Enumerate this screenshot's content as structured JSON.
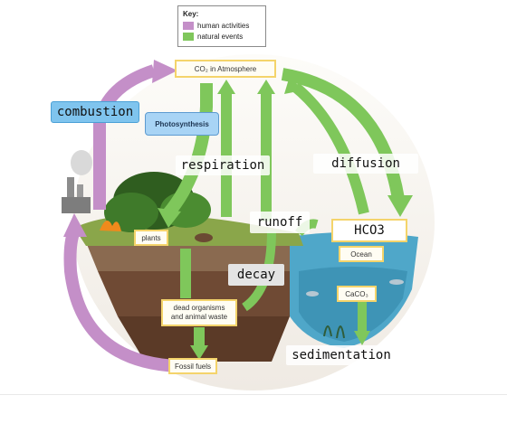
{
  "key": {
    "title": "Key:",
    "items": [
      {
        "label": "human activities",
        "color": "#c48fc8"
      },
      {
        "label": "natural events",
        "color": "#7fc75b"
      }
    ]
  },
  "diagram": {
    "co2_box": "CO₂ in Atmosphere",
    "photosynthesis_box": "Photosynthesis",
    "plants_box": "plants",
    "dead_organisms_box": "dead organisms\nand animal waste",
    "fossil_fuels_box": "Fossil fuels",
    "ocean_box": "Ocean",
    "caco3_box": "CaCO₃"
  },
  "placed_terms": {
    "combustion": "combustion",
    "respiration": "respiration",
    "diffusion": "diffusion",
    "runoff": "runoff",
    "hco3": "HCO3",
    "decay": "decay",
    "sedimentation": "sedimentation"
  },
  "colors": {
    "human": "#c48fc8",
    "natural": "#7fc75b",
    "ocean": "#4fa7c9",
    "soil": "#6f4a34",
    "box_border": "#f4d46b",
    "photosynthesis_fill": "#a8d4f5"
  }
}
